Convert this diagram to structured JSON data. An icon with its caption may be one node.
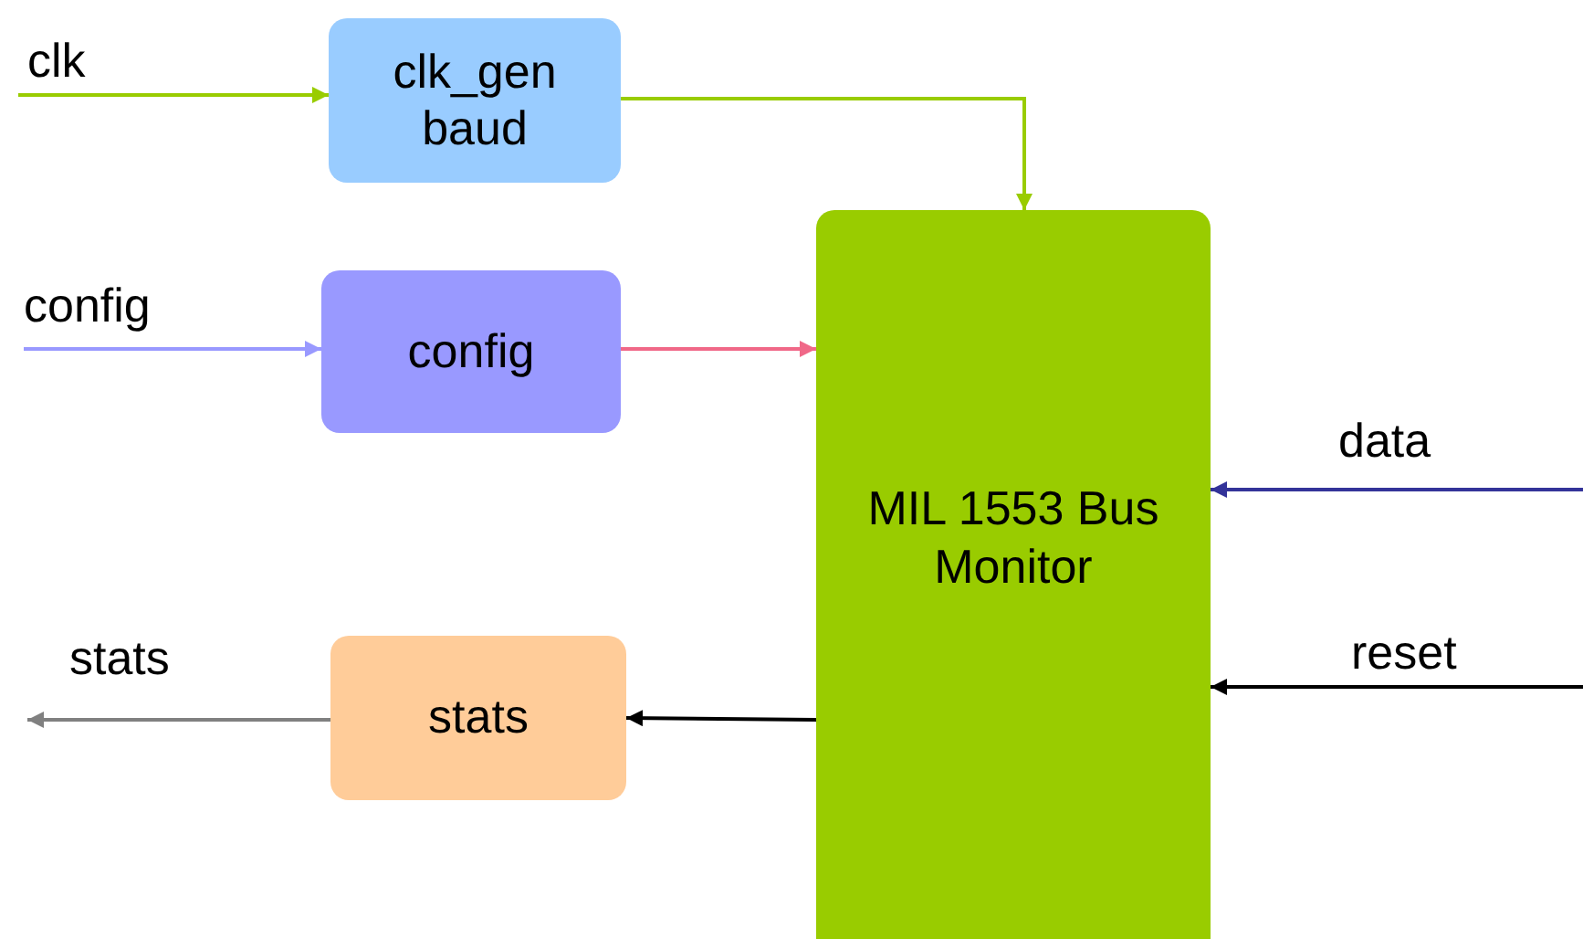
{
  "diagram": {
    "nodes": [
      {
        "text": [
          "clk_gen baud"
        ]
      },
      {
        "text": [
          "config"
        ]
      },
      {
        "text": [
          "MIL 1553 Bus Monitor"
        ]
      },
      {
        "text": [
          "stats"
        ]
      }
    ],
    "edges": [
      {
        "from": null,
        "to": 0,
        "arrow": "to",
        "label": "clk",
        "color": "#99cc00"
      },
      {
        "from": 0,
        "to": 2,
        "arrow": "to",
        "color": "#99cc00"
      },
      {
        "from": null,
        "to": 1,
        "arrow": "to",
        "label": "config",
        "color": "#9999ff"
      },
      {
        "from": 1,
        "to": 2,
        "arrow": "to",
        "color": "#f06888"
      },
      {
        "from": null,
        "to": 2,
        "arrow": "to",
        "label": "data",
        "color": "#333399"
      },
      {
        "from": null,
        "to": 2,
        "arrow": "to",
        "label": "reset",
        "color": "#000000"
      },
      {
        "from": 2,
        "to": 3,
        "arrow": "to",
        "color": "#000000"
      },
      {
        "from": 3,
        "to": null,
        "arrow": "to",
        "label": "stats",
        "color": "#808080"
      }
    ]
  }
}
